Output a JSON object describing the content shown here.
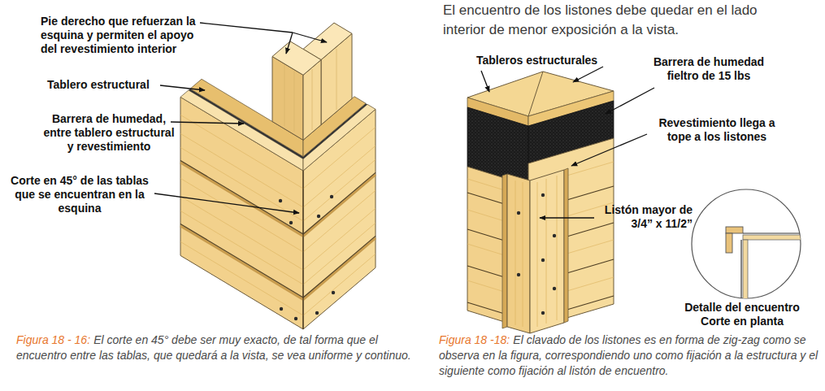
{
  "diagram": {
    "labels": [
      "Pie derecho que refuerzan la esquina y permiten el apoyo del revestimiento interior",
      "Tablero estructural",
      "Barrera de humedad, entre tablero estructural y revestimiento",
      "Corte en 45° de las tablas que se encuentran en la esquina",
      "Figura 18 - 16:",
      "El corte en 45° debe ser muy exacto, de tal forma que el encuentro entre las tablas, que quedará a la vista, se vea uniforme y continuo.",
      "El encuentro de los listones debe quedar en el lado interior de menor exposición a la vista.",
      "Tableros estructurales",
      "Barrera de humedad fieltro de 15 lbs",
      "Revestimiento llega a tope a los listones",
      "Listón mayor de 3/4” x 11/2”",
      "Detalle del encuentro Corte en planta",
      "Figura 18 -18:",
      "El clavado de los listones es en forma de zig-zag como se observa en la figura, correspondiendo uno como fijación a la estructura y el siguiente como fijación al listón de encuentro."
    ]
  }
}
